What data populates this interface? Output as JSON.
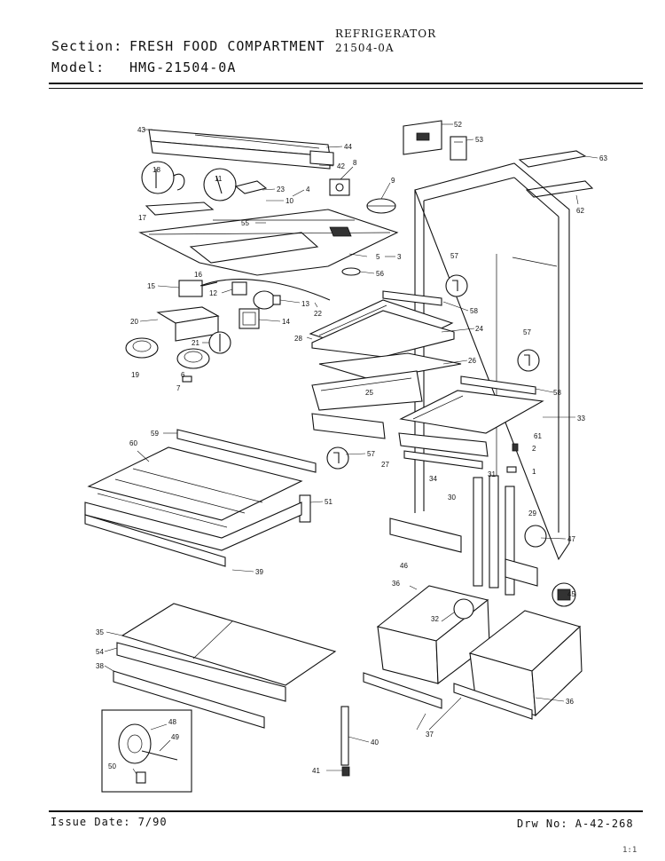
{
  "header": {
    "section_label": "Section:",
    "section_value": "FRESH FOOD COMPARTMENT",
    "model_label": "Model:",
    "model_value": "HMG-21504-0A",
    "product_type": "REFRIGERATOR",
    "product_number": "21504-0A"
  },
  "footer": {
    "issue_date": "Issue Date: 7/90",
    "drawing_number": "Drw No: A-42-268",
    "corner_mark": "1:1"
  },
  "callouts": {
    "c43": "43",
    "c44": "44",
    "c42": "42",
    "c8": "8",
    "c18": "18",
    "c11": "11",
    "c23": "23",
    "c10": "10",
    "c4": "4",
    "c9": "9",
    "c55": "55",
    "c17": "17",
    "c5": "5",
    "c3": "3",
    "c16": "16",
    "c56": "56",
    "c15": "15",
    "c12": "12",
    "c13": "13",
    "c22": "22",
    "c20": "20",
    "c14": "14",
    "c21": "21",
    "c19": "19",
    "c6": "6",
    "c7": "7",
    "c52": "52",
    "c53": "53",
    "c63": "63",
    "c62": "62",
    "c57a": "57",
    "c58a": "58",
    "c24": "24",
    "c28": "28",
    "c26": "26",
    "c25": "25",
    "c57b": "57",
    "c58b": "58",
    "c33": "33",
    "c61": "61",
    "c2": "2",
    "c1": "1",
    "c59": "59",
    "c60": "60",
    "c57c": "57",
    "c27": "27",
    "c34": "34",
    "c31": "31",
    "c30": "30",
    "c29": "29",
    "c51": "51",
    "c47": "47",
    "c46": "46",
    "c39": "39",
    "c36a": "36",
    "c45": "45",
    "c32": "32",
    "c35": "35",
    "c54": "54",
    "c38": "38",
    "c36b": "36",
    "c37": "37",
    "c48": "48",
    "c49": "49",
    "c50": "50",
    "c40": "40",
    "c41": "41"
  }
}
